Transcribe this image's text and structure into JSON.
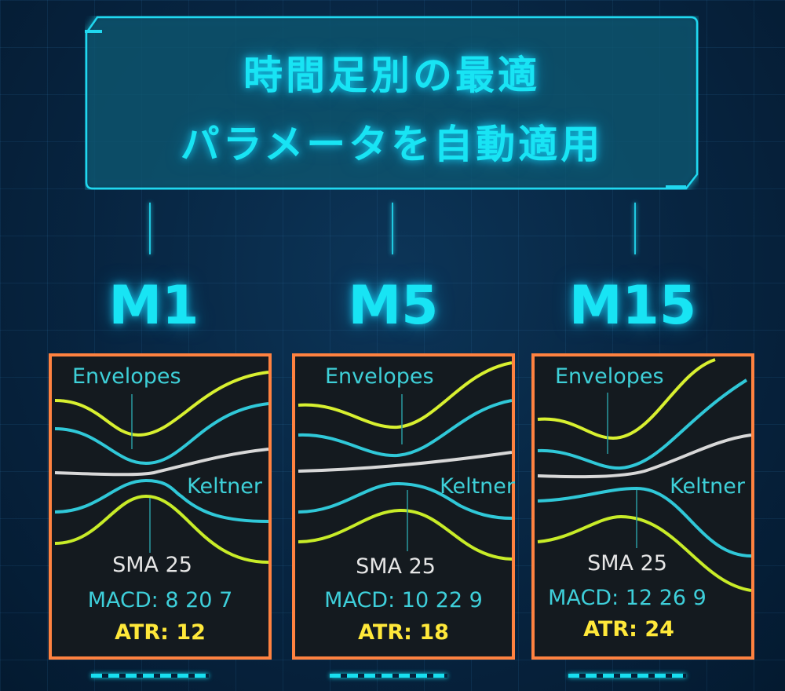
{
  "title": {
    "line1": "時間足別の最適",
    "line2": "パラメータを自動適用"
  },
  "colors": {
    "accent": "#18e4f4",
    "panel_border": "#ff8240",
    "envelope": "#d8f030",
    "keltner": "#30c8d8",
    "sma": "#d8d8d8",
    "atr": "#ffe83a"
  },
  "panels": [
    {
      "timeframe": "M1",
      "envelopes_label": "Envelopes",
      "keltner_label": "Keltner",
      "sma": "SMA 25",
      "macd": "MACD: 8 20 7",
      "atr": "ATR: 12"
    },
    {
      "timeframe": "M5",
      "envelopes_label": "Envelopes",
      "keltner_label": "Keltner",
      "sma": "SMA 25",
      "macd": "MACD: 10 22 9",
      "atr": "ATR: 18"
    },
    {
      "timeframe": "M15",
      "envelopes_label": "Envelopes",
      "keltner_label": "Keltner",
      "sma": "SMA 25",
      "macd": "MACD: 12 26 9",
      "atr": "ATR: 24"
    }
  ]
}
